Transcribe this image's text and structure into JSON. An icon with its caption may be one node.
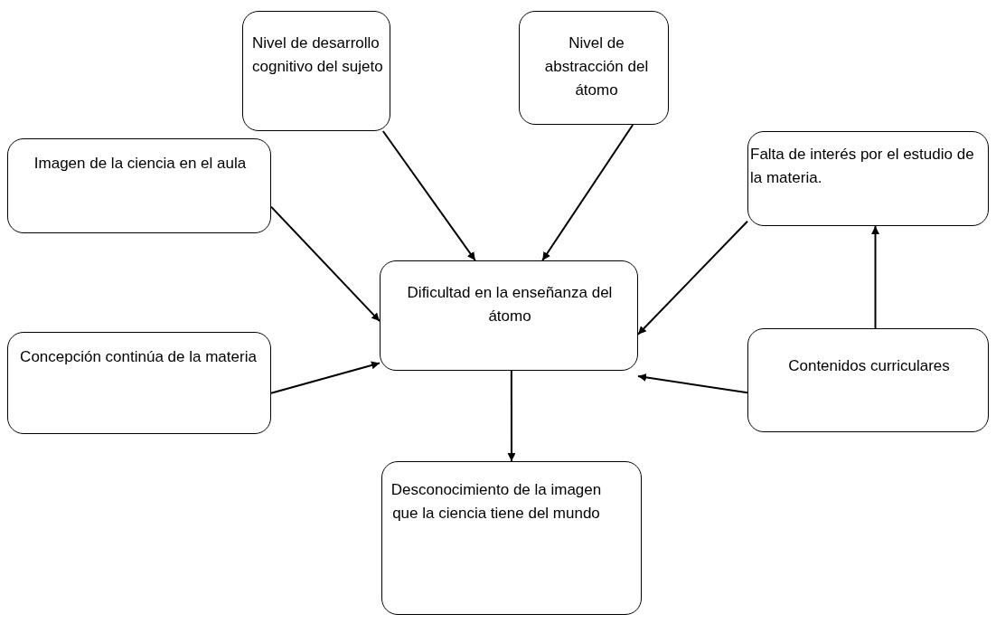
{
  "diagram": {
    "nodes": [
      {
        "text": [
          "Nivel de desarrollo cognitivo del sujeto"
        ]
      },
      {
        "text": [
          "Nivel de abstracción del átomo"
        ]
      },
      {
        "text": [
          "Imagen de la ciencia en el aula"
        ]
      },
      {
        "text": [
          "Falta de interés por el estudio de la materia."
        ]
      },
      {
        "text": [
          "Dificultad en la enseñanza del átomo"
        ]
      },
      {
        "text": [
          "Concepción continúa de la materia"
        ]
      },
      {
        "text": [
          "Contenidos curriculares"
        ]
      },
      {
        "text": [
          "Desconocimiento de la imagen que la ciencia tiene del mundo"
        ]
      }
    ],
    "edges": [
      {
        "from": 0,
        "to": 4,
        "arrow": "to"
      },
      {
        "from": 1,
        "to": 4,
        "arrow": "to"
      },
      {
        "from": 2,
        "to": 4,
        "arrow": "to"
      },
      {
        "from": 5,
        "to": 4,
        "arrow": "to"
      },
      {
        "from": 3,
        "to": 4,
        "arrow": "to"
      },
      {
        "from": 6,
        "to": 4,
        "arrow": "to"
      },
      {
        "from": 6,
        "to": 3,
        "arrow": "to"
      },
      {
        "from": 4,
        "to": 7,
        "arrow": "to"
      }
    ]
  }
}
